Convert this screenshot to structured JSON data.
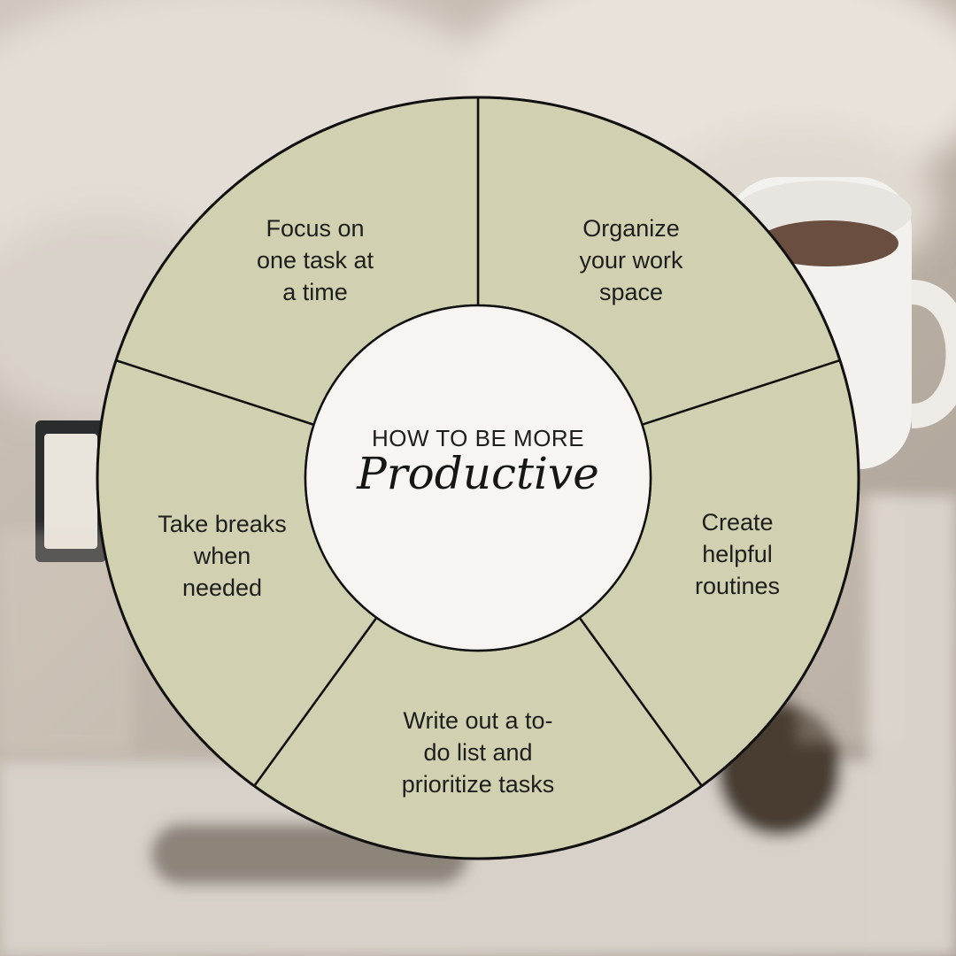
{
  "colors": {
    "segment_fill": "#d1d0b1",
    "outline": "#111111",
    "center_fill": "#f8f4f1"
  },
  "center": {
    "eyebrow": "HOW TO BE MORE",
    "title": "Productive"
  },
  "segments": [
    {
      "label": "Organize\nyour work\nspace"
    },
    {
      "label": "Create\nhelpful\nroutines"
    },
    {
      "label": "Write out a to-\ndo list and\nprioritize tasks"
    },
    {
      "label": "Take breaks\nwhen\nneeded"
    },
    {
      "label": "Focus on\none task at\na time"
    }
  ]
}
